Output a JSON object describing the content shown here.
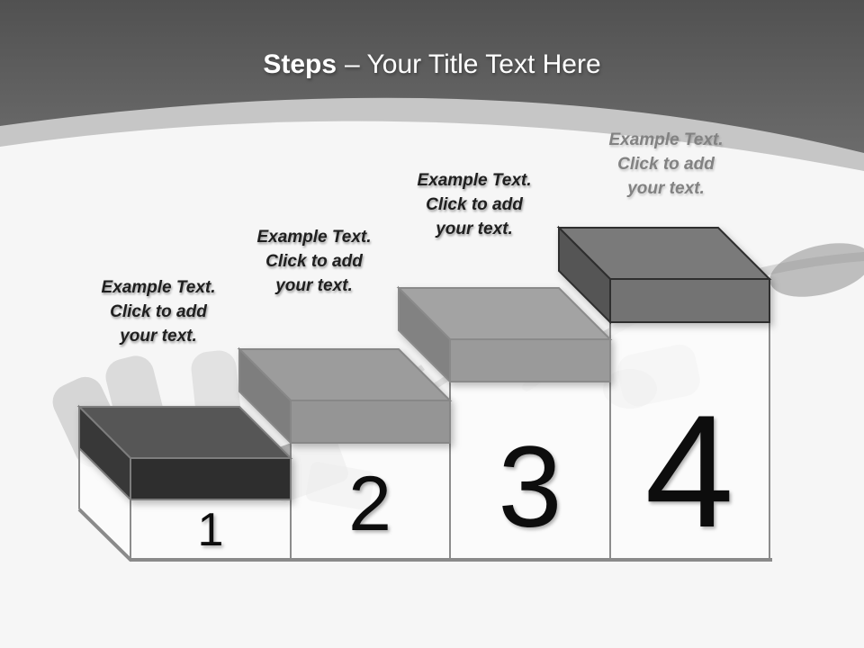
{
  "slide": {
    "title": {
      "emphasis": "Steps",
      "rest": "– Your Title Text Here"
    },
    "colors": {
      "header_top": "#515151",
      "header_bottom": "#737373",
      "band": "#c6c6c6",
      "canvas": "#f6f6f6",
      "pedestal_fill": "#fcfcfc",
      "pedestal_stroke": "#8c8c8c",
      "baseline_stroke": "#8a8a8a",
      "number_color": "#111111",
      "title_color": "#ffffff"
    },
    "steps": [
      {
        "number": "1",
        "caption": {
          "line1": "Example Text.",
          "line2": "Click  to add",
          "line3": "your text."
        },
        "caption_color": "#1f1f1f",
        "colors": {
          "top": "#575757",
          "front": "#2e2e2e",
          "side": "#383838",
          "stroke": "#7d7d7d"
        }
      },
      {
        "number": "2",
        "caption": {
          "line1": "Example Text.",
          "line2": "Click  to add",
          "line3": "your text."
        },
        "caption_color": "#1f1f1f",
        "colors": {
          "top": "#9c9c9c",
          "front": "#959595",
          "side": "#7e7e7e",
          "stroke": "#878787"
        }
      },
      {
        "number": "3",
        "caption": {
          "line1": "Example Text.",
          "line2": "Click  to add",
          "line3": "your text."
        },
        "caption_color": "#1f1f1f",
        "colors": {
          "top": "#a3a3a3",
          "front": "#9a9a9a",
          "side": "#828282",
          "stroke": "#8a8a8a"
        }
      },
      {
        "number": "4",
        "caption": {
          "line1": "Example Text.",
          "line2": "Click  to add",
          "line3": "your text."
        },
        "caption_color": "#828282",
        "colors": {
          "top": "#7a7a7a",
          "front": "#737373",
          "side": "#555555",
          "stroke": "#2e2e2e"
        }
      }
    ]
  }
}
